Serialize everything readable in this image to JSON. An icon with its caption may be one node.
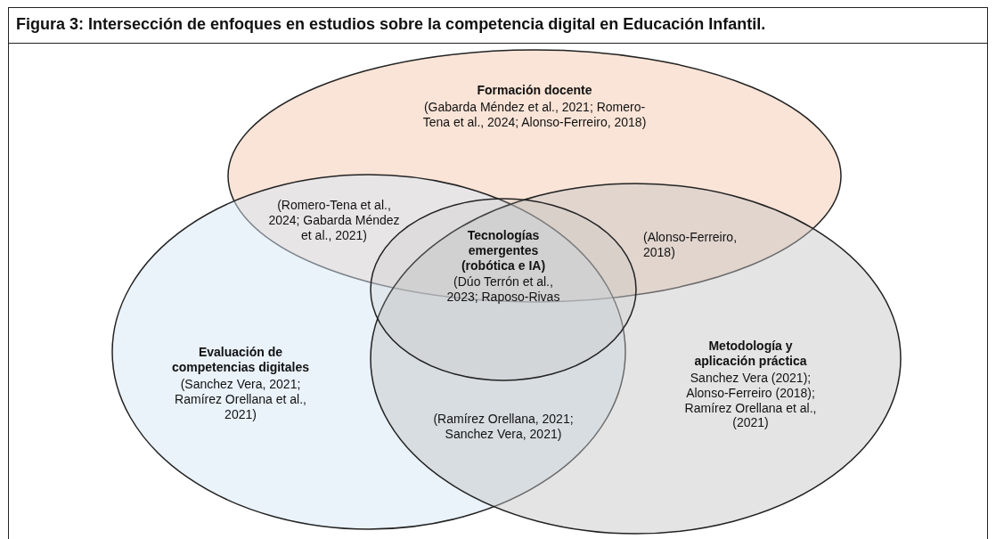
{
  "diagram": {
    "title": "Figura 3: Intersección de enfoques en estudios sobre la competencia digital en Educación Infantil.",
    "nodes": [
      {
        "text": [
          "Formación docente",
          "(Gabarda Méndez et al., 2021; Romero-Tena et al., 2024; Alonso-Ferreiro, 2018)"
        ]
      },
      {
        "text": [
          "Evaluación de competencias digitales",
          "(Sanchez Vera, 2021; Ramírez Orellana et al., 2021)"
        ]
      },
      {
        "text": [
          "Metodología y aplicación práctica",
          "Sanchez Vera (2021); Alonso-Ferreiro (2018); Ramírez Orellana et al., (2021)"
        ]
      },
      {
        "text": [
          "Tecnologías emergentes (robótica e IA)",
          "(Dúo Terrón et al., 2023; Raposo-Rivas"
        ]
      }
    ],
    "edges": [],
    "labels": [
      "(Romero-Tena et al., 2024; Gabarda Méndez et al., 2021)",
      "(Alonso-Ferreiro, 2018)",
      "(Ramírez Orellana, 2021; Sanchez Vera, 2021)"
    ]
  }
}
